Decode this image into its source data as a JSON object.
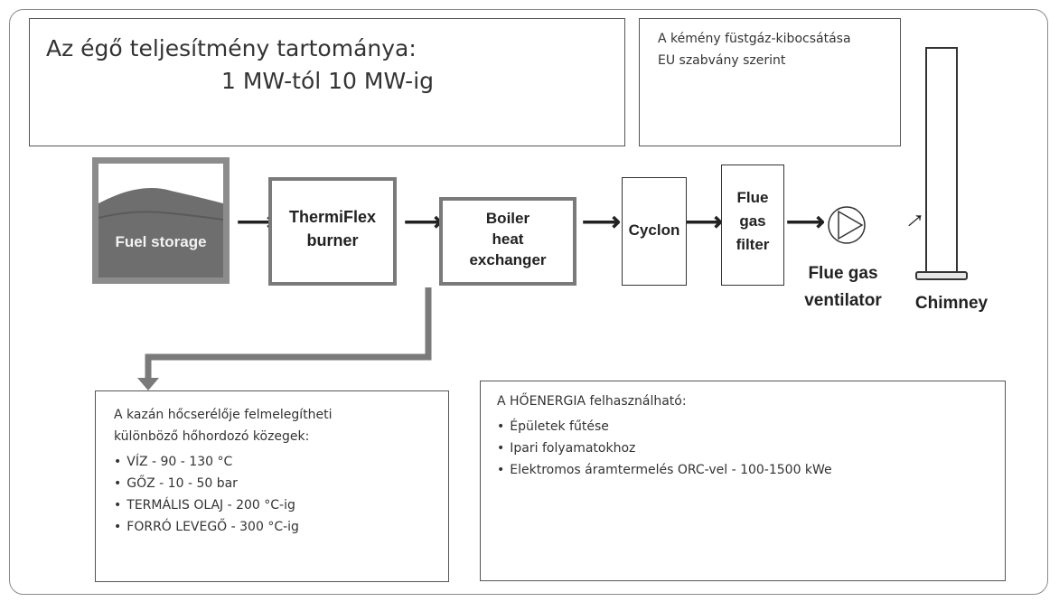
{
  "power_box": {
    "line1": "Az égő teljesítmény tartománya:",
    "line2": "1 MW-tól 10 MW-ig"
  },
  "emission_box": {
    "line1": "A kémény füstgáz-kibocsátása",
    "line2": "EU szabvány szerint"
  },
  "flow": {
    "fuel_storage": "Fuel storage",
    "burner_line1": "ThermiFlex",
    "burner_line2": "burner",
    "boiler_line1": "Boiler",
    "boiler_line2": "heat",
    "boiler_line3": "exchanger",
    "cyclon": "Cyclon",
    "filter_line1": "Flue",
    "filter_line2": "gas",
    "filter_line3": "filter",
    "ventilator_line1": "Flue gas",
    "ventilator_line2": "ventilator",
    "chimney": "Chimney"
  },
  "media_box": {
    "intro_line1": "A kazán hőcserélője felmelegítheti",
    "intro_line2": "különböző hőhordozó közegek:",
    "items": [
      "VÍZ - 90 - 130 °C",
      "GŐZ - 10 - 50 bar",
      "TERMÁLIS OLAJ - 200 °C-ig",
      "FORRÓ LEVEGŐ - 300 °C-ig"
    ]
  },
  "usage_box": {
    "title": "A HŐENERGIA felhasználható:",
    "items": [
      "Épületek fűtése",
      "Ipari folyamatokhoz",
      "Elektromos áramtermelés ORC-vel - 100-1500 kWe"
    ]
  },
  "colors": {
    "fuel_storage_frame": "#8c8c8c",
    "fuel_pile": "#6e6e6e",
    "pipe": "#7a7a7a"
  }
}
